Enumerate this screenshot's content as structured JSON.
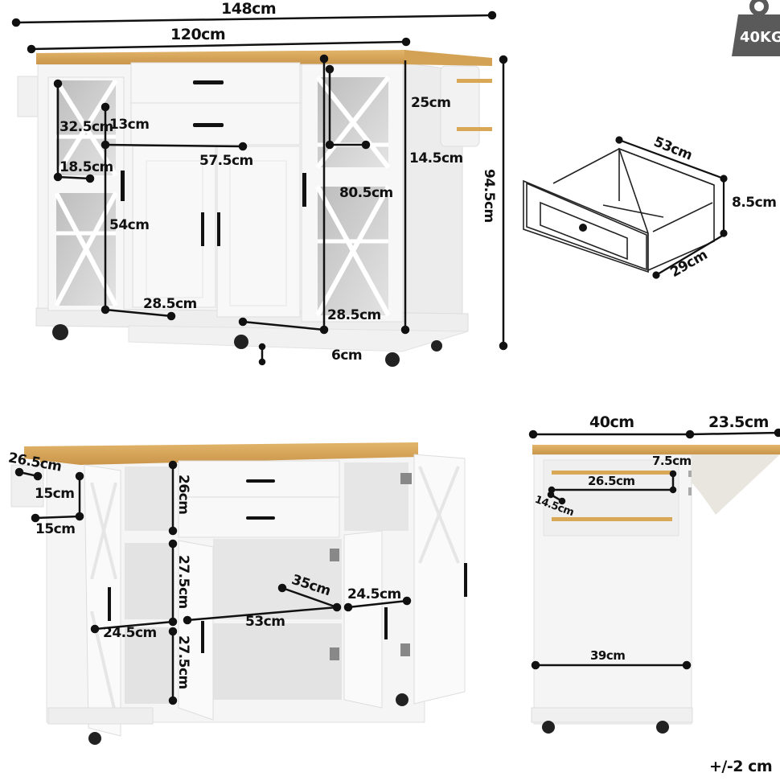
{
  "colors": {
    "wood_top": "#d9a857",
    "cabinet_white": "#f4f4f4",
    "cabinet_shadow": "#dcdcdc",
    "glass": "#c9c9c9",
    "dimension_line": "#111111",
    "weight_badge": "#5a5a5a"
  },
  "weight_badge": {
    "label": "40KG",
    "icon": "weight-icon"
  },
  "front_view": {
    "overall_width_extended": "148cm",
    "top_width": "120cm",
    "side_glass_door_height": "32.5cm",
    "side_glass_door_width": "18.5cm",
    "drawer_height": "13cm",
    "center_width": "57.5cm",
    "center_door_height": "54cm",
    "center_door_width_left": "28.5cm",
    "right_door_width": "28.5cm",
    "cabinet_height": "80.5cm",
    "overall_height": "94.5cm",
    "towel_rack_height": "25cm",
    "towel_rack_depth": "14.5cm",
    "base_height": "6cm"
  },
  "drawer_view": {
    "width": "53cm",
    "height": "8.5cm",
    "depth": "29cm"
  },
  "open_view": {
    "side_rack_width": "26.5cm",
    "side_rack_height": "15cm",
    "side_rack_depth": "15cm",
    "top_shelf_height": "26cm",
    "middle_compartment_height": "27.5cm",
    "lower_compartment_height": "27.5cm",
    "left_cabinet_width": "24.5cm",
    "center_shelf_width": "53cm",
    "center_shelf_depth": "35cm",
    "right_cabinet_width": "24.5cm"
  },
  "side_view": {
    "depth": "40cm",
    "drop_leaf": "23.5cm",
    "rack_gap": "7.5cm",
    "rack_width": "26.5cm",
    "rack_depth": "14.5cm",
    "base_depth": "39cm"
  },
  "tolerance": "+/-2 cm"
}
